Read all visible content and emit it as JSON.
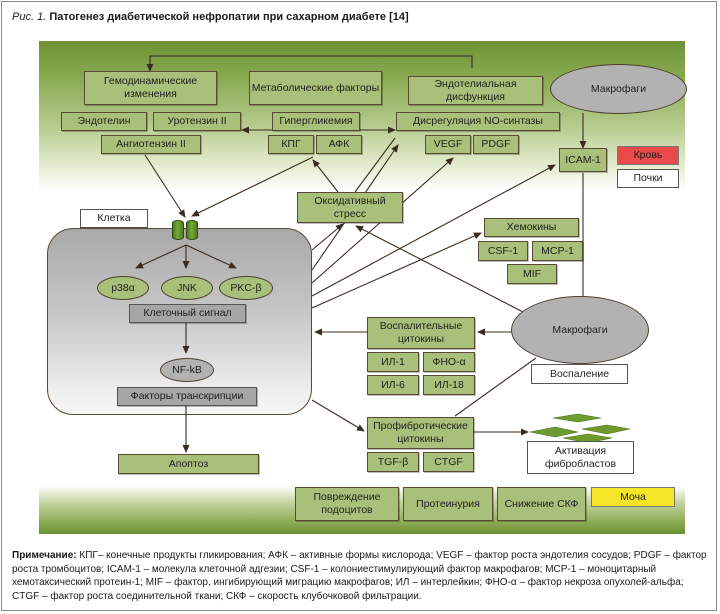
{
  "caption": {
    "prefix": "Рис. 1.",
    "title": "Патогенез диабетической нефропатии при сахарном диабете [14]"
  },
  "top_groups": {
    "hemodynamic": "Гемодинамические изменения",
    "metabolic": "Метаболические факторы",
    "endothelial": "Эндотелиальная дисфункция"
  },
  "factors": {
    "endothelin": "Эндотелин",
    "urotensin": "Уротензин II",
    "angiotensin": "Ангиотензин II",
    "hyperglycemia": "Гипергликемия",
    "kpg": "КПГ",
    "afk": "АФК",
    "no_synthase": "Дисрегуляция NO-синтазы",
    "vegf": "VEGF",
    "pdgf": "PDGF",
    "oxidative_stress": "Оксидативный стресс",
    "icam1": "ICAM-1",
    "chemokines": "Хемокины",
    "csf1": "CSF-1",
    "mcp1": "MCP-1",
    "mif": "MIF",
    "inflam_cytokines": "Воспалительные цитокины",
    "il1": "ИЛ-1",
    "tnf": "ФНО-α",
    "il6": "ИЛ-6",
    "il18": "ИЛ-18",
    "profibrotic": "Профибротические цитокины",
    "tgf": "TGF-β",
    "ctgf": "CTGF",
    "fibroblast_activation": "Активация фибробластов",
    "inflammation": "Воспаление",
    "apoptosis": "Апоптоз"
  },
  "cell": {
    "label": "Клетка",
    "p38": "p38α",
    "jnk": "JNK",
    "pkc": "PKC-β",
    "signal": "Клеточный сигнал",
    "nfkb": "NF-kB",
    "transcription": "Факторы транскрипции"
  },
  "macrophages": {
    "top": "Макрофаги",
    "bottom": "Макрофаги"
  },
  "legend": {
    "blood": "Кровь",
    "kidneys": "Почки",
    "urine": "Моча",
    "blood_color": "#ea4a49",
    "urine_color": "#f5e62a"
  },
  "outcomes": {
    "podocyte": "Повреждение подоцитов",
    "proteinuria": "Протеинурия",
    "gfr": "Снижение СКФ"
  },
  "note": {
    "label": "Примечание:",
    "text": "КПГ– конечные продукты гликирования; АФК – активные формы кислорода; VEGF – фактор роста эндотелия сосудов; PDGF – фактор роста тромбоцитов; ICAM-1 – молекула клеточной адгезии; CSF-1 – колониестимулирующий фактор макрофагов; MCP-1 – моноцитарный хемотаксический протеин-1; MIF – фактор, ингибирующий миграцию макрофагов; ИЛ – интерлейкин; ФНО-α – фактор некроза опухолей-альфа; CTGF – фактор роста соединительной ткани; СКФ – скорость клубочковой фильтрации."
  }
}
